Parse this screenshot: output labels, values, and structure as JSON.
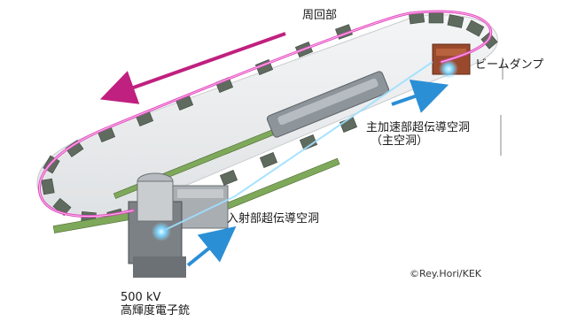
{
  "labels": {
    "return_loop": "周回部",
    "beam_dump": "ビームダンプ",
    "main_linac_line1": "主加速部超伝導空洞",
    "main_linac_line2": "（主空洞）",
    "injector_linac": "入射部超伝導空洞",
    "gun_line1": "500 kV",
    "gun_line2": "高輝度電子銃"
  },
  "credit": "©Rey.Hori/KEK",
  "colors": {
    "loop": "#d63fb0",
    "arrow_magenta": "#c0207f",
    "arrow_blue": "#2b8fd6",
    "beam_glow": "#9fe0ff"
  }
}
